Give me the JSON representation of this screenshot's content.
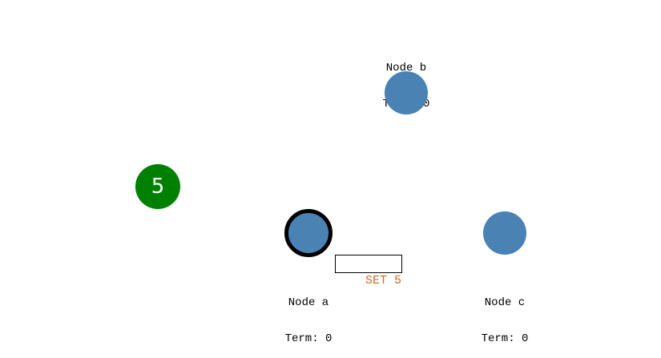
{
  "nodes": {
    "a": {
      "name": "Node a",
      "term": "Term: 0",
      "state": "selected-leader"
    },
    "b": {
      "name": "Node b",
      "term": "Term: 0",
      "state": "follower"
    },
    "c": {
      "name": "Node c",
      "term": "Term: 0",
      "state": "follower"
    }
  },
  "message": {
    "value": "5"
  },
  "command": {
    "text": "SET 5"
  },
  "colors": {
    "node_fill": "#4a82b4",
    "selected_ring": "#000000",
    "message_fill": "#008000",
    "message_text": "#ffffff",
    "command_text": "#d2691e",
    "command_border": "#000000",
    "label_text": "#000000",
    "background": "#ffffff"
  }
}
